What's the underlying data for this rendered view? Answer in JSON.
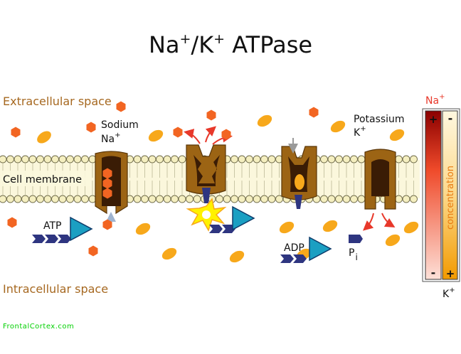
{
  "title": {
    "main": "Na",
    "sup1": "+",
    "mid": "/K",
    "sup2": "+",
    "end": " ATPase"
  },
  "regions": {
    "extracellular": "Extracellular space",
    "intracellular": "Intracellular space",
    "membrane": "Cell membrane"
  },
  "labels": {
    "sodium": "Sodium",
    "sodium_symbol": "Na",
    "potassium": "Potassium",
    "potassium_symbol": "K",
    "plus": "+",
    "atp": "ATP",
    "adp": "ADP",
    "pi_p": "P",
    "pi_i": "i"
  },
  "gradient": {
    "na_label": "Na",
    "k_label": "K",
    "plus": "+",
    "minus": "-",
    "concentration": "concentration"
  },
  "credit": "FrontalCortex.com",
  "colors": {
    "sodium": "#f26522",
    "potassium": "#f7a81b",
    "pump": "#9c6414",
    "pump_dark": "#3a1c05",
    "atp_tail": "#2e3580",
    "atp_head": "#1b9fc2",
    "membrane_head": "#f5efc0",
    "region_text": "#a66820",
    "credit": "#00d000"
  }
}
